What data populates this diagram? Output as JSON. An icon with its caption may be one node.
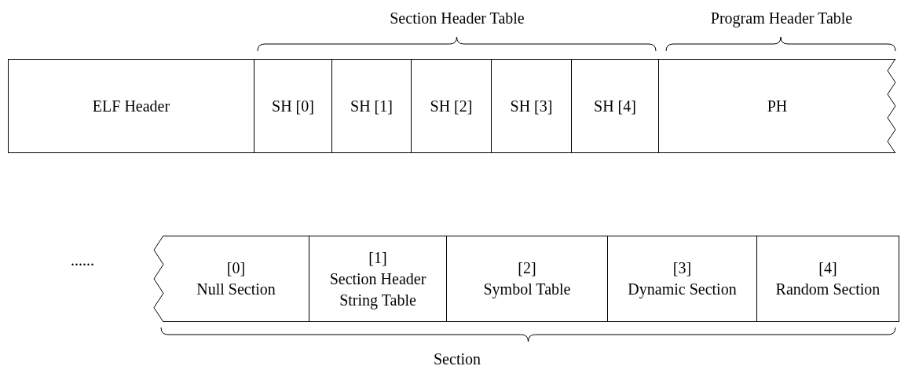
{
  "diagram": {
    "nodes": [
      {
        "text": [
          "ELF Header"
        ]
      },
      {
        "text": [
          "SH [0]"
        ]
      },
      {
        "text": [
          "SH [1]"
        ]
      },
      {
        "text": [
          "SH [2]"
        ]
      },
      {
        "text": [
          "SH [3]"
        ]
      },
      {
        "text": [
          "SH [4]"
        ]
      },
      {
        "text": [
          "PH"
        ]
      },
      {
        "text": [
          "[0]",
          "Null Section"
        ]
      },
      {
        "text": [
          "[1]",
          "Section Header String Table"
        ]
      },
      {
        "text": [
          "[2]",
          "Symbol Table"
        ]
      },
      {
        "text": [
          "[3]",
          "Dynamic Section"
        ]
      },
      {
        "text": [
          "[4]",
          "Random Section"
        ]
      }
    ],
    "labels": [
      "Section Header Table",
      "Program Header Table",
      "......",
      "Section"
    ]
  }
}
